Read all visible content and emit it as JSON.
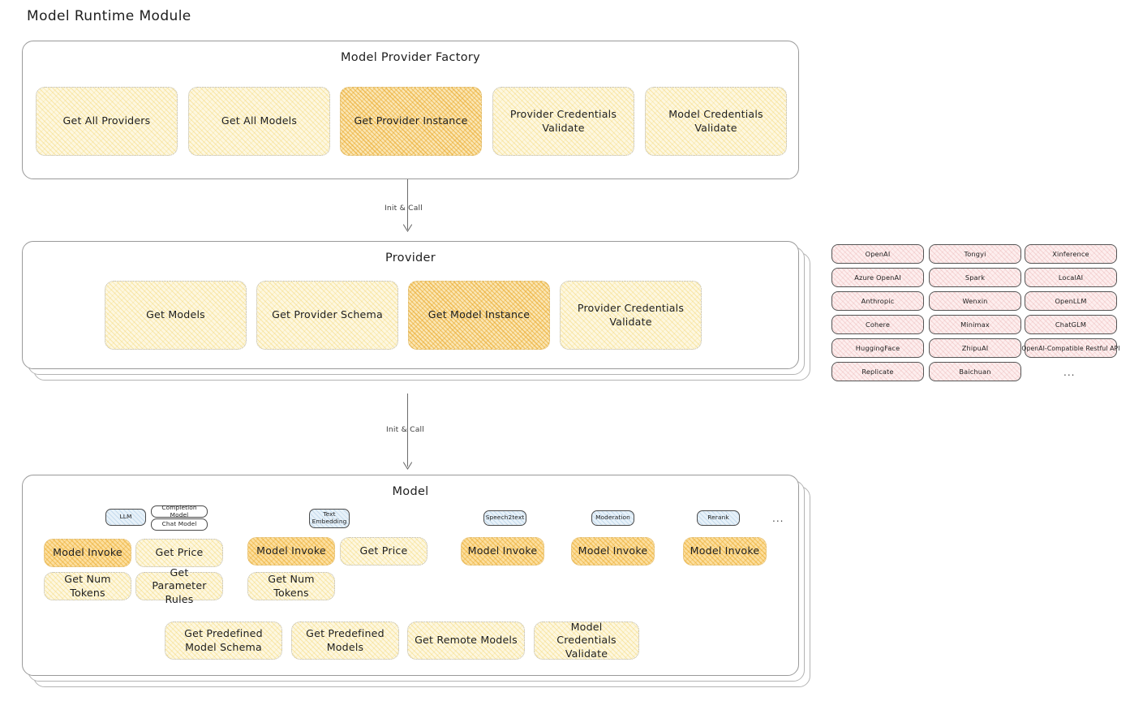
{
  "page": {
    "title": "Model Runtime Module"
  },
  "factory": {
    "title": "Model Provider Factory",
    "nodes": [
      {
        "label": "Get All Providers",
        "style": "light"
      },
      {
        "label": "Get All Models",
        "style": "light"
      },
      {
        "label": "Get Provider Instance",
        "style": "strong"
      },
      {
        "label": "Provider Credentials Validate",
        "style": "light"
      },
      {
        "label": "Model Credentials Validate",
        "style": "light"
      }
    ]
  },
  "arrows": [
    {
      "label": "Init & Call"
    },
    {
      "label": "Init & Call"
    }
  ],
  "provider": {
    "title": "Provider",
    "nodes": [
      {
        "label": "Get Models",
        "style": "light"
      },
      {
        "label": "Get Provider Schema",
        "style": "light"
      },
      {
        "label": "Get Model Instance",
        "style": "strong"
      },
      {
        "label": "Provider Credentials Validate",
        "style": "light"
      }
    ]
  },
  "provider_list": {
    "columns": [
      [
        "OpenAI",
        "Azure OpenAI",
        "Anthropic",
        "Cohere",
        "HuggingFace",
        "Replicate"
      ],
      [
        "Tongyi",
        "Spark",
        "Wenxin",
        "Minimax",
        "ZhipuAI",
        "Baichuan"
      ],
      [
        "Xinference",
        "LocalAI",
        "OpenLLM",
        "ChatGLM",
        "OpenAI-Compatible Restful API"
      ]
    ],
    "more": "..."
  },
  "model": {
    "title": "Model",
    "more": "...",
    "types": [
      {
        "badges": [
          {
            "label": "LLM",
            "style": "blue"
          },
          {
            "label": "Completion Model",
            "style": "white"
          },
          {
            "label": "Chat Model",
            "style": "white"
          }
        ],
        "nodes": [
          {
            "label": "Model Invoke",
            "style": "mid"
          },
          {
            "label": "Get Price",
            "style": "light"
          },
          {
            "label": "Get Num Tokens",
            "style": "light"
          },
          {
            "label": "Get Parameter Rules",
            "style": "light"
          }
        ]
      },
      {
        "badges": [
          {
            "label": "Text Embedding",
            "style": "blue"
          }
        ],
        "nodes": [
          {
            "label": "Model Invoke",
            "style": "mid"
          },
          {
            "label": "Get Price",
            "style": "light"
          },
          {
            "label": "Get Num Tokens",
            "style": "light"
          }
        ]
      },
      {
        "badges": [
          {
            "label": "Speech2text",
            "style": "blue"
          }
        ],
        "nodes": [
          {
            "label": "Model Invoke",
            "style": "mid"
          }
        ]
      },
      {
        "badges": [
          {
            "label": "Moderation",
            "style": "blue"
          }
        ],
        "nodes": [
          {
            "label": "Model Invoke",
            "style": "mid"
          }
        ]
      },
      {
        "badges": [
          {
            "label": "Rerank",
            "style": "blue"
          }
        ],
        "nodes": [
          {
            "label": "Model Invoke",
            "style": "mid"
          }
        ]
      }
    ],
    "shared_nodes": [
      {
        "label": "Get Predefined Model Schema",
        "style": "light"
      },
      {
        "label": "Get Predefined Models",
        "style": "light"
      },
      {
        "label": "Get Remote Models",
        "style": "light"
      },
      {
        "label": "Model Credentials Validate",
        "style": "light"
      }
    ]
  },
  "colors": {
    "accent_yellow": "#fdf7e0",
    "accent_orange": "#fae6b4",
    "chip_pink": "#fdeeee",
    "badge_blue": "#e7f1f9",
    "stroke": "#9a9a9a"
  }
}
